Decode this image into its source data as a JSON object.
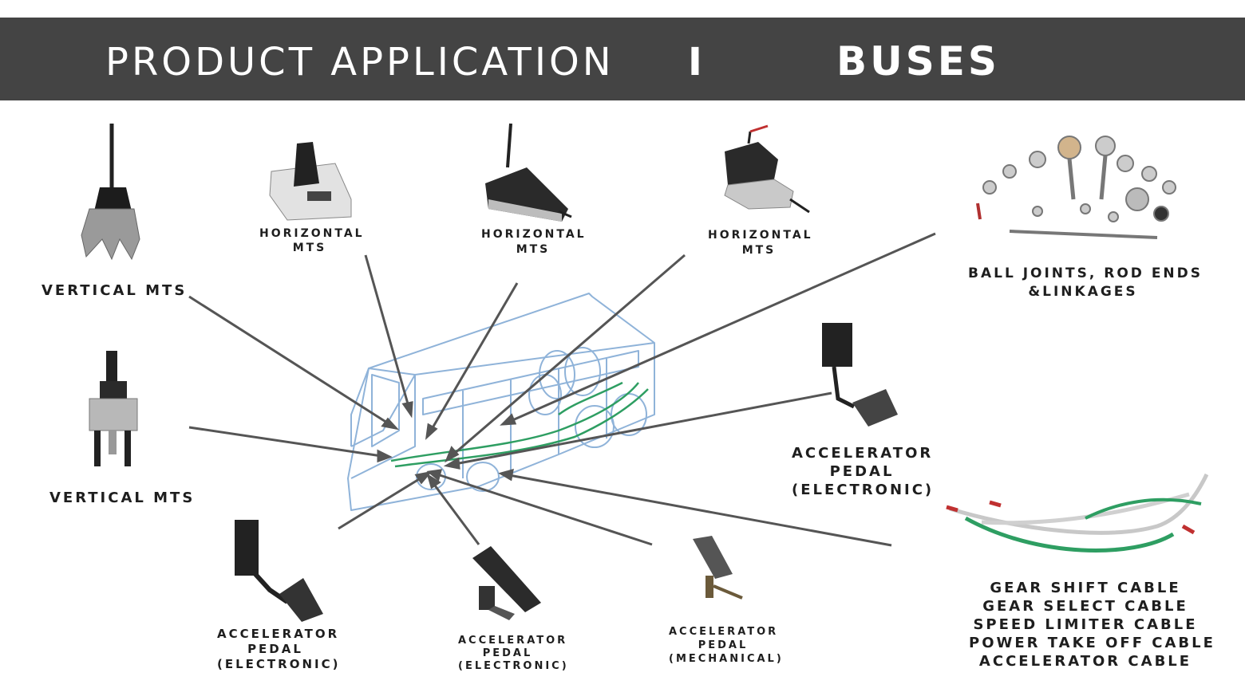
{
  "header": {
    "title": "PRODUCT APPLICATION",
    "separator": "I",
    "subtitle": "BUSES"
  },
  "labels": {
    "vertical_mts_top": "VERTICAL MTS",
    "vertical_mts_bottom": "VERTICAL MTS",
    "horizontal_mts_1": [
      "HORIZONTAL",
      "MTS"
    ],
    "horizontal_mts_2": [
      "HORIZONTAL",
      "MTS"
    ],
    "horizontal_mts_3": [
      "HORIZONTAL",
      "MTS"
    ],
    "ball_joints": [
      "BALL JOINTS, ROD ENDS",
      "&LINKAGES"
    ],
    "accelerator_right": [
      "ACCELERATOR",
      "PEDAL",
      "(ELECTRONIC)"
    ],
    "accelerator_bottom_1": [
      "ACCELERATOR",
      "PEDAL",
      "(ELECTRONIC)"
    ],
    "accelerator_bottom_2": [
      "ACCELERATOR",
      "PEDAL",
      "(ELECTRONIC)"
    ],
    "accelerator_bottom_3": [
      "ACCELERATOR",
      "PEDAL",
      "(MECHANICAL)"
    ],
    "cables": [
      "GEAR SHIFT CABLE",
      "GEAR SELECT CABLE",
      "SPEED LIMITER CABLE",
      "POWER TAKE OFF CABLE",
      "ACCELERATOR CABLE"
    ]
  },
  "colors": {
    "banner": "#444444",
    "pointer_lines": "#555555",
    "bus_outline": "#8fb3d9",
    "cable_green": "#2e9e62"
  }
}
